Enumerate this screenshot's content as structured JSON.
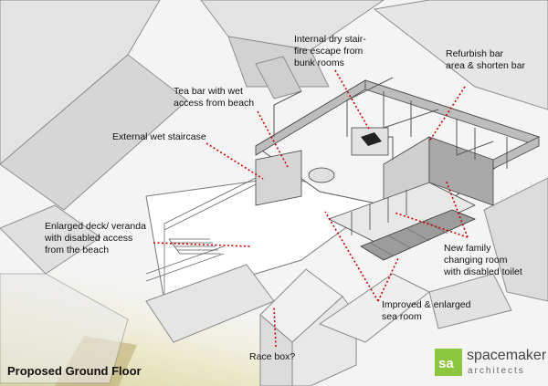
{
  "title": "Proposed Ground Floor",
  "annotations": {
    "stair_escape": "Internal dry stair-\nfire escape from\nbunk rooms",
    "refurbish_bar": "Refurbish bar\narea & shorten bar",
    "tea_bar": "Tea bar with wet\naccess from beach",
    "external_staircase": "External wet staircase",
    "deck": "Enlarged deck/ veranda\nwith disabled access\nfrom the beach",
    "changing_room": "New family\nchanging room\nwith disabled toilet",
    "sea_room": "Improved & enlarged\nsea room",
    "race_box": "Race box?"
  },
  "logo": {
    "mark": "sa",
    "name": "spacemaker",
    "sub": "architects"
  },
  "colors": {
    "leader": "#cc0000",
    "logo_green": "#8cc63f",
    "wall": "#9a9a9a",
    "roof": "#e9e9e9",
    "sand": "#d9d9a8"
  }
}
